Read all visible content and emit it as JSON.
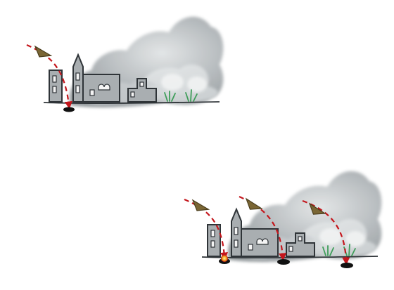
{
  "scenes": [
    {
      "id": "single-strike",
      "projectile_count": 1,
      "impact_marks": [
        "crater"
      ]
    },
    {
      "id": "multiple-strikes",
      "projectile_count": 3,
      "impact_marks": [
        "explosion",
        "crater",
        "crater"
      ]
    }
  ],
  "colors": {
    "smoke": "#9ea3a6",
    "smoke_light": "#cdd1d3",
    "building_fill": "#a9aeb1",
    "building_stroke": "#2f3438",
    "window": "#f4f4f4",
    "trajectory": "#c4161c",
    "projectile": "#7a6634",
    "crater": "#111111",
    "explosion": "#f2a21a",
    "grass": "#3f9e5a",
    "grass_glow": "#cfe9d8"
  },
  "icons": [
    "smoke-cloud-icon",
    "town-silhouette-icon",
    "missile-icon",
    "trajectory-arrow-icon",
    "crater-icon",
    "explosion-icon"
  ]
}
